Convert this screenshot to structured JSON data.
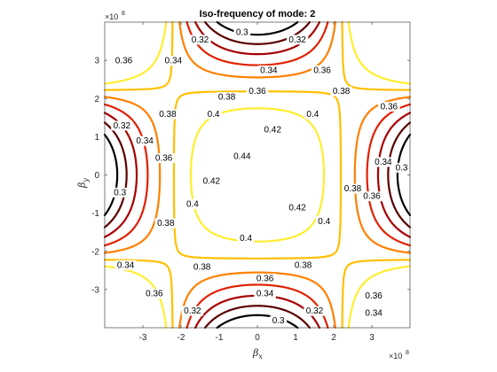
{
  "chart_data": {
    "type": "contour",
    "title": "Iso-frequency of mode: 2",
    "xlabel": "β",
    "xlabel_sub": "x",
    "ylabel": "β",
    "ylabel_sub": "y",
    "xlim": [
      -4,
      4
    ],
    "ylim": [
      -4,
      4
    ],
    "x_scale_label": "×10",
    "x_scale_exp": "8",
    "y_scale_label": "×10",
    "y_scale_exp": "8",
    "x_ticks": [
      -3,
      -2,
      -1,
      0,
      1,
      2,
      3
    ],
    "y_ticks": [
      -3,
      -2,
      -1,
      0,
      1,
      2,
      3
    ],
    "grid": false,
    "colormap": "hot",
    "levels": [
      {
        "value": 0.3,
        "color": "#000000",
        "label": "0.3"
      },
      {
        "value": 0.32,
        "color": "#5c0000",
        "label": "0.32"
      },
      {
        "value": 0.34,
        "color": "#a80000",
        "label": "0.34"
      },
      {
        "value": 0.36,
        "color": "#e02000",
        "label": "0.36"
      },
      {
        "value": 0.38,
        "color": "#ff8000",
        "label": "0.38"
      },
      {
        "value": 0.4,
        "color": "#ffc000",
        "label": "0.4"
      },
      {
        "value": 0.42,
        "color": "#ffee30",
        "label": "0.42"
      }
    ],
    "peak_label": "0.44"
  }
}
